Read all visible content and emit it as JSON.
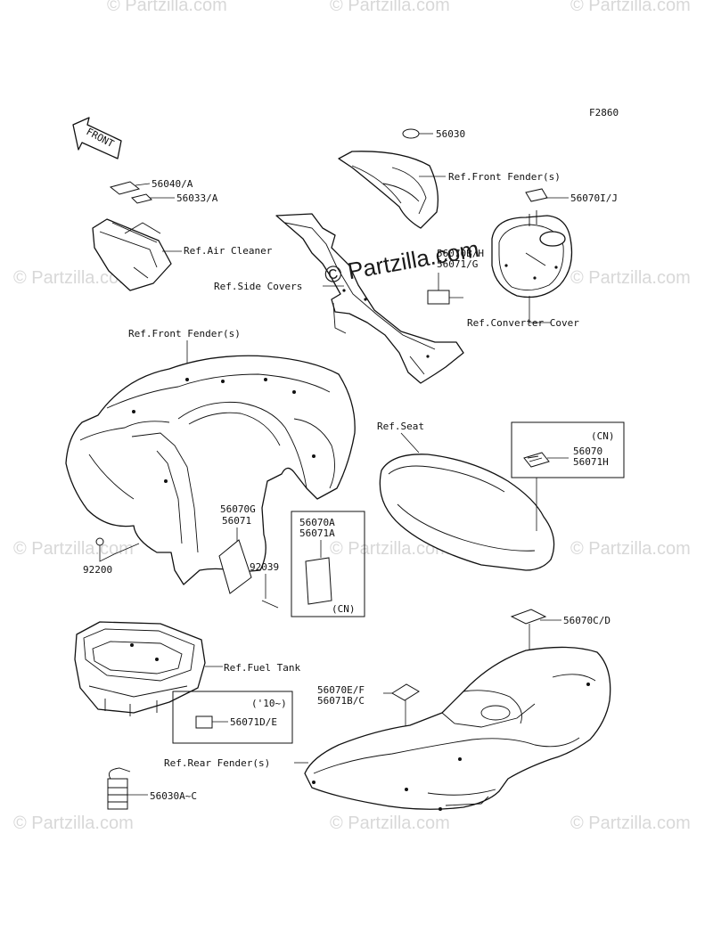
{
  "diagram": {
    "figure_code": "F2860",
    "front_arrow_label": "FRONT",
    "watermark": "© Partzilla.com"
  },
  "labels": {
    "p56030": "56030",
    "ref_front_fender_top": "Ref.Front Fender(s)",
    "p56070_ij": "56070I/J",
    "p56040_a": "56040/A",
    "p56033_a": "56033/A",
    "ref_air_cleaner": "Ref.Air Cleaner",
    "p56070_bh": "56070B/H",
    "p56071_g": "56071/G",
    "ref_side_covers": "Ref.Side Covers",
    "ref_converter_cover": "Ref.Converter Cover",
    "ref_front_fender_main": "Ref.Front Fender(s)",
    "ref_seat": "Ref.Seat",
    "cn_top": "(CN)",
    "p56070": "56070",
    "p56071h": "56071H",
    "p56070g": "56070G",
    "p56071": "56071",
    "p56070a": "56070A",
    "p56071a": "56071A",
    "cn_bottom": "(CN)",
    "p92200": "92200",
    "p92039": "92039",
    "p56070cd": "56070C/D",
    "ref_fuel_tank": "Ref.Fuel Tank",
    "year_10": "('10~)",
    "p56071de": "56071D/E",
    "p56070ef": "56070E/F",
    "p56071bc": "56071B/C",
    "ref_rear_fender": "Ref.Rear Fender(s)",
    "p56030ac": "56030A~C"
  }
}
